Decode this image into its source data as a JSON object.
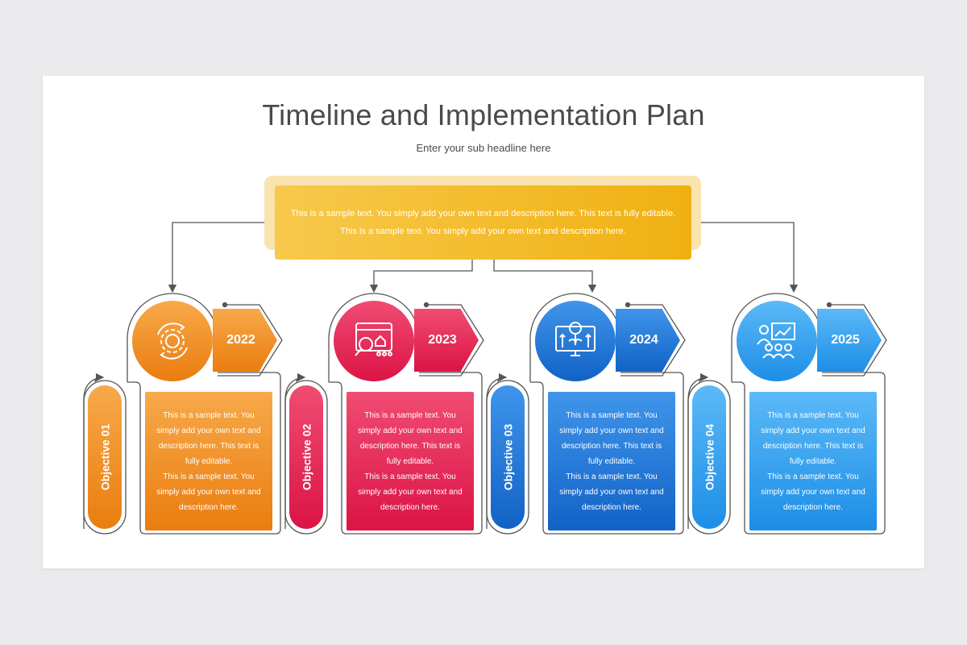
{
  "title": "Timeline and Implementation Plan",
  "subtitle": "Enter your sub headline here",
  "top_box": {
    "line1": "This is a sample text. You simply add your own text and description here. This text is fully editable.",
    "line2": "This is a sample text. You simply add your own text and description here."
  },
  "objectives": [
    {
      "label": "Objective 01",
      "year": "2022",
      "icon": "gear-cycle-icon",
      "color": "#ef8c21",
      "text1": "This is a sample text. You simply add your own text and description here. This text is fully editable.",
      "text2": "This is a sample text. You simply add your own text and description here."
    },
    {
      "label": "Objective 02",
      "year": "2023",
      "icon": "browser-search-icon",
      "color": "#e5255a",
      "text1": "This is a sample text. You simply add your own text and description here. This text is fully editable.",
      "text2": "This is a sample text. You simply add your own text and description here."
    },
    {
      "label": "Objective 03",
      "year": "2024",
      "icon": "money-growth-icon",
      "color": "#1f74d6",
      "text1": "This is a sample text. You simply add your own text and description here. This text is fully editable.",
      "text2": "This is a sample text. You simply add your own text and description here."
    },
    {
      "label": "Objective 04",
      "year": "2025",
      "icon": "presentation-icon",
      "color": "#2d9ef0",
      "text1": "This is a sample text. You simply add your own text and description here. This text is fully editable.",
      "text2": "This is a sample text. You simply add your own text and description here."
    }
  ]
}
